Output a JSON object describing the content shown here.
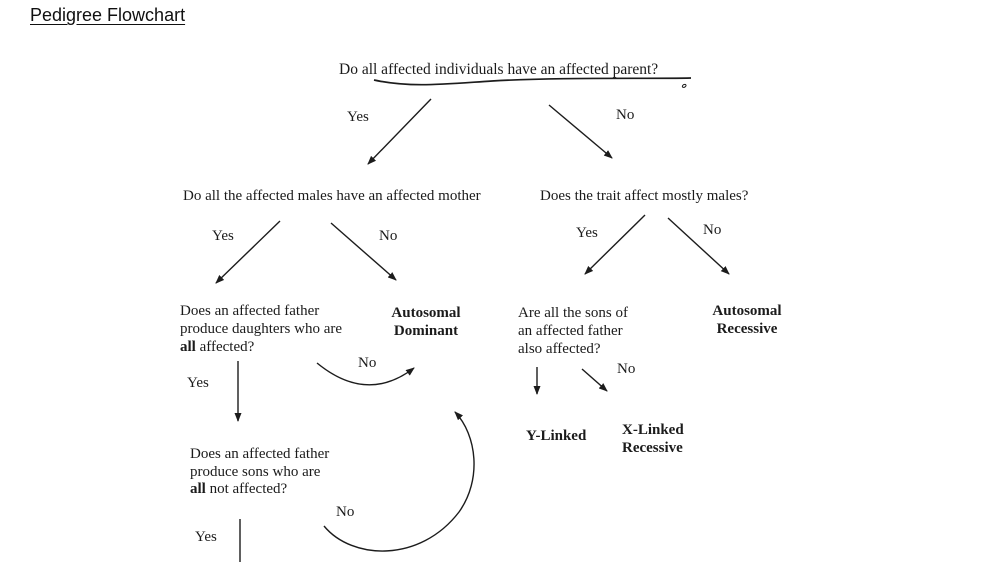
{
  "page": {
    "title": "Pedigree Flowchart"
  },
  "flowchart": {
    "nodes": {
      "q1": {
        "text": "Do all affected individuals have an affected parent?"
      },
      "q2_left": {
        "text": "Do all the affected males have an affected mother"
      },
      "q2_right": {
        "text": "Does the trait affect mostly males?"
      },
      "q3_left": {
        "line1": "Does an affected father",
        "line2": "produce daughters who are",
        "line3_bold": "all",
        "line3_rest": " affected?"
      },
      "q3_right": {
        "line1": "Are all the sons of",
        "line2": "an affected father",
        "line3": "also affected?"
      },
      "q4": {
        "line1": "Does an affected father",
        "line2": "produce sons who are",
        "line3_bold": "all",
        "line3_rest": " not affected?"
      },
      "autosomal_dominant": {
        "line1": "Autosomal",
        "line2": "Dominant"
      },
      "autosomal_recessive": {
        "line1": "Autosomal",
        "line2": "Recessive"
      },
      "y_linked": {
        "text": "Y-Linked"
      },
      "x_linked_recessive": {
        "line1": "X-Linked",
        "line2": "Recessive"
      }
    },
    "edges": [
      {
        "from": "q1",
        "to": "q2_left",
        "label": "Yes"
      },
      {
        "from": "q1",
        "to": "q2_right",
        "label": "No"
      },
      {
        "from": "q2_left",
        "to": "q3_left",
        "label": "Yes"
      },
      {
        "from": "q2_left",
        "to": "autosomal_dominant",
        "label": "No"
      },
      {
        "from": "q2_right",
        "to": "q3_right",
        "label": "Yes"
      },
      {
        "from": "q2_right",
        "to": "autosomal_recessive",
        "label": "No"
      },
      {
        "from": "q3_left",
        "to": "q4",
        "label": "Yes"
      },
      {
        "from": "q3_left",
        "to": "autosomal_dominant",
        "label": "No"
      },
      {
        "from": "q3_right",
        "to": "y_linked",
        "label": null
      },
      {
        "from": "q3_right",
        "to": "x_linked_recessive",
        "label": "No"
      },
      {
        "from": "q4",
        "to": null,
        "label": "Yes"
      },
      {
        "from": "q4",
        "to": "autosomal_dominant",
        "label": "No"
      }
    ]
  }
}
